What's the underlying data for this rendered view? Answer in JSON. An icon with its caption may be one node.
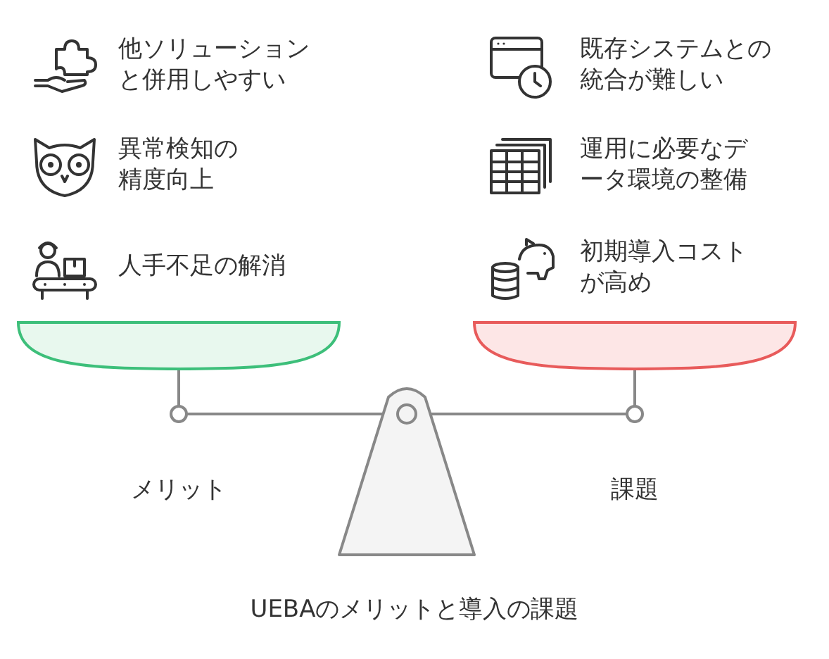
{
  "diagram": {
    "title": "UEBAのメリットと導入の課題",
    "labels": [
      "他ソリューションと併用しやすい",
      "既存システムとの統合が難しい",
      "異常検知の精度向上",
      "運用に必要なデータ環境の整備",
      "人手不足の解消",
      "初期導入コストが高め",
      "メリット",
      "課題"
    ]
  }
}
